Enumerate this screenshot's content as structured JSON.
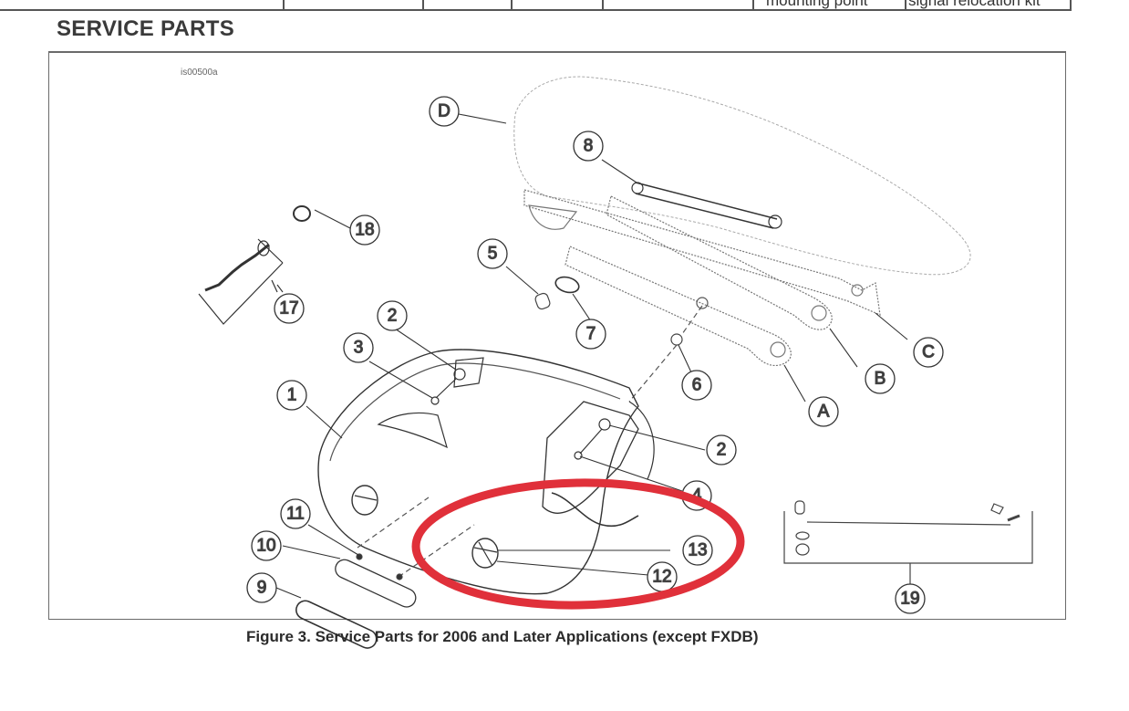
{
  "top_table": {
    "cells": [
      "mounting point",
      "signal relocation kit"
    ]
  },
  "section": {
    "title": "SERVICE PARTS"
  },
  "figure": {
    "id_label": "is00500a",
    "caption": "Figure 3. Service Parts for 2006 and Later Applications (except FXDB)",
    "callouts": {
      "c1": "1",
      "c2a": "2",
      "c2b": "2",
      "c3": "3",
      "c4": "4",
      "c5": "5",
      "c6": "6",
      "c7": "7",
      "c8": "8",
      "c9": "9",
      "c10": "10",
      "c11": "11",
      "c12": "12",
      "c13": "13",
      "c17": "17",
      "c18": "18",
      "c19": "19",
      "cA": "A",
      "cB": "B",
      "cC": "C",
      "cD": "D"
    },
    "highlight": {
      "color": "#e0303a",
      "encircles": [
        "12",
        "13"
      ]
    }
  }
}
